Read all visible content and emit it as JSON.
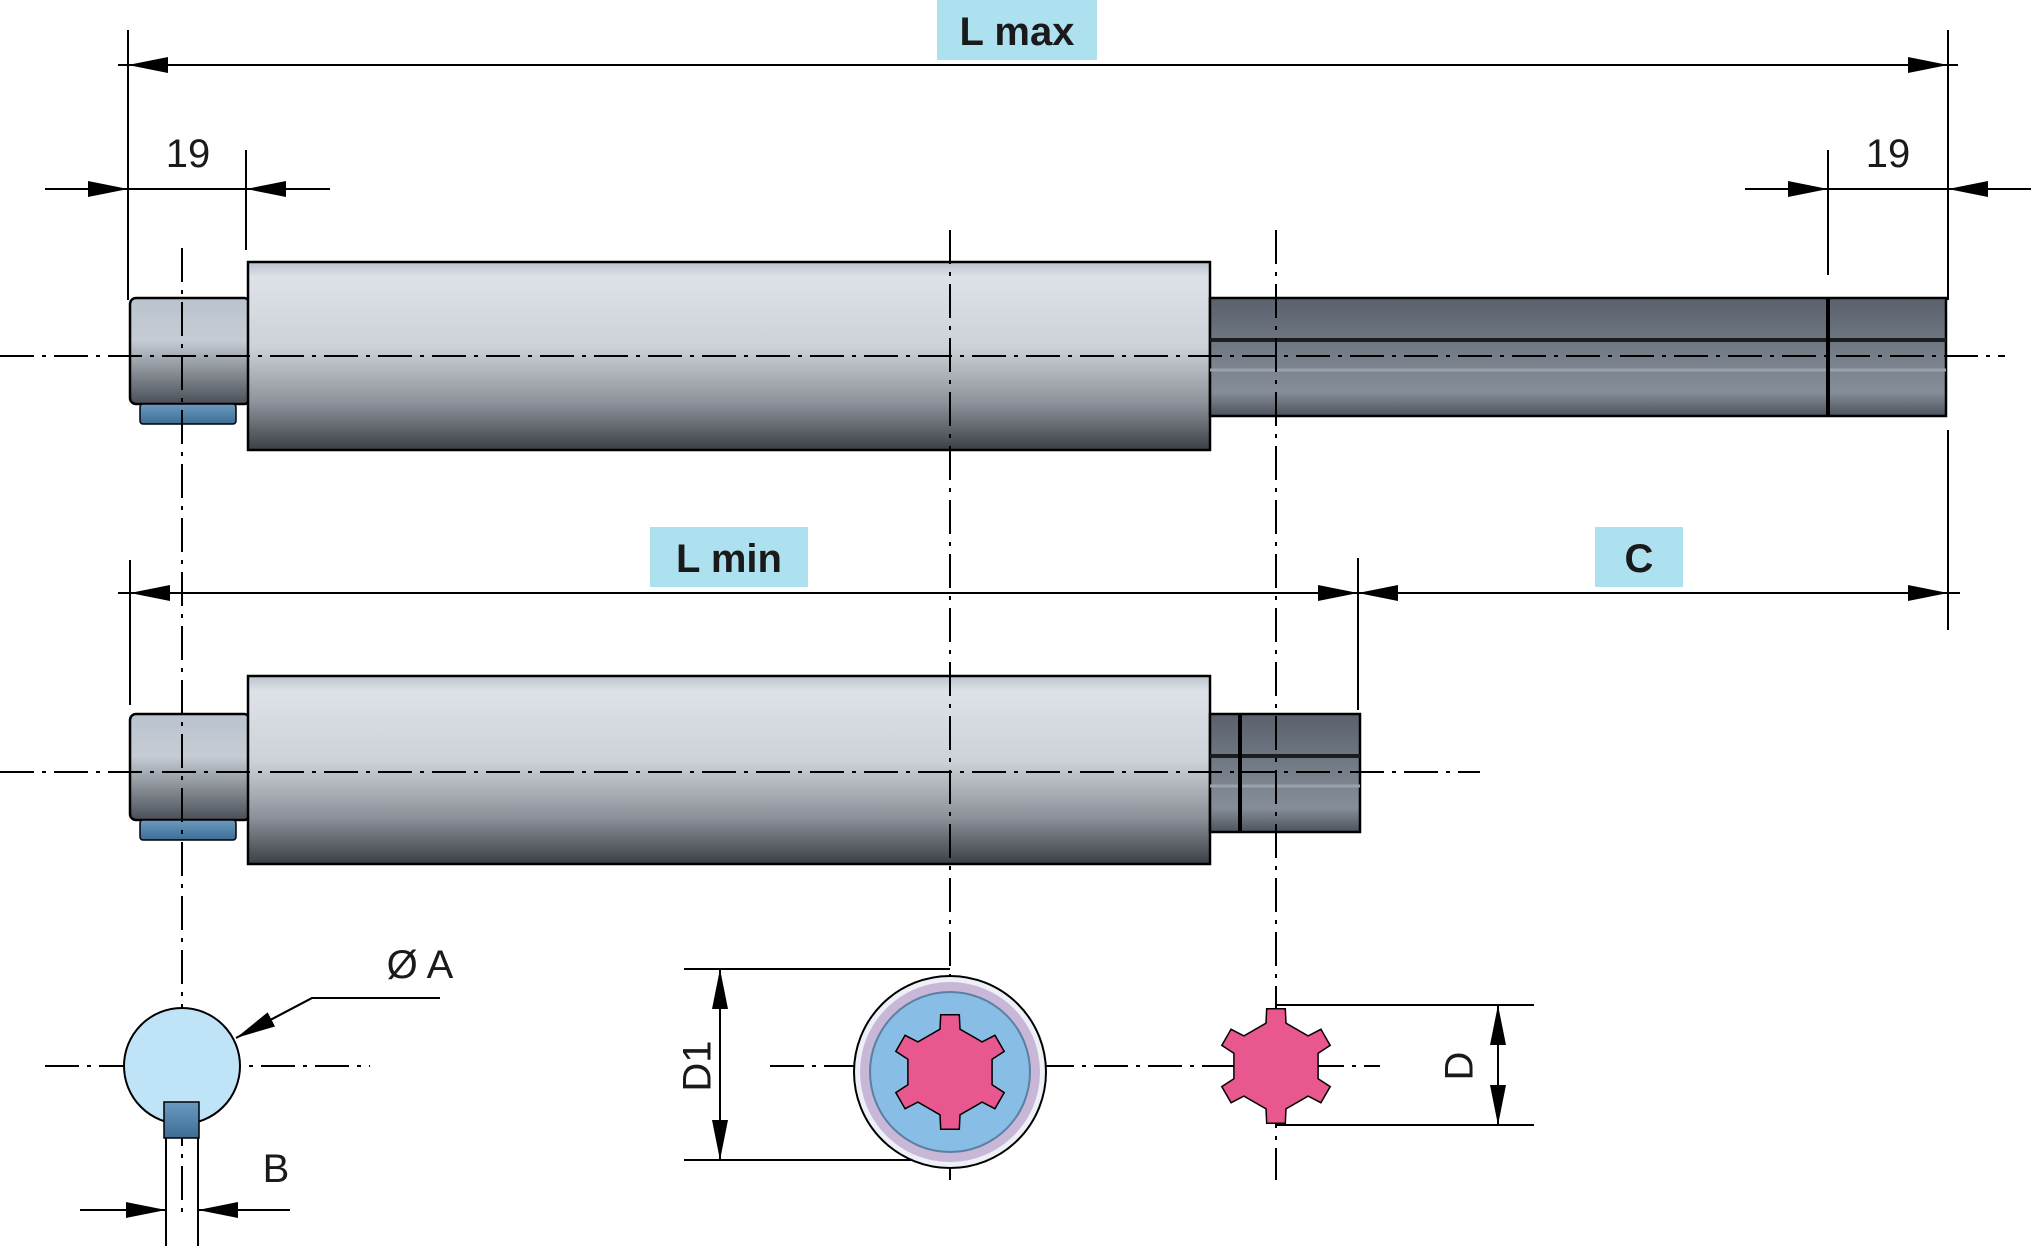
{
  "labels": {
    "l_max": "L max",
    "l_min": "L min",
    "c": "C",
    "end_left": "19",
    "end_right": "19",
    "dia_a": "Ø A",
    "b": "B",
    "d1": "D1",
    "d": "D"
  },
  "colors": {
    "label_box": "#aee1ef",
    "body_light": "#dfe4ea",
    "body_dark": "#3d4148",
    "rod": "#5d6470",
    "spline_pink": "#e8578e",
    "tube_blue": "#88bde6",
    "end_circle": "#bfe3f7",
    "key_blue": "#4d7fa8"
  }
}
